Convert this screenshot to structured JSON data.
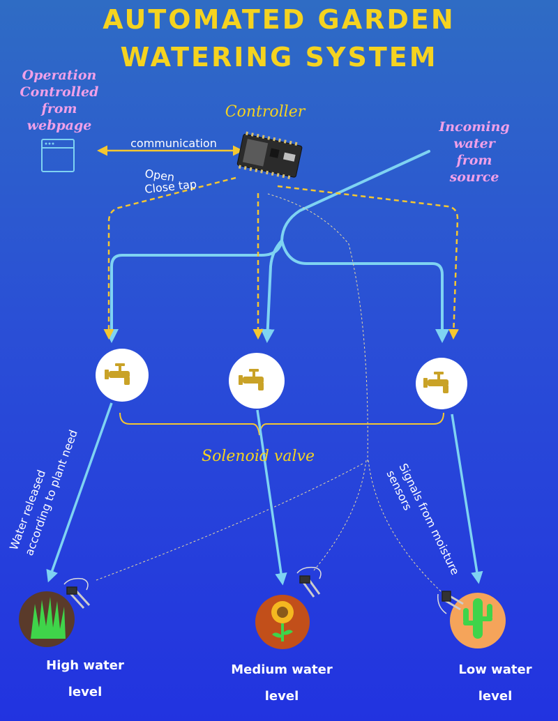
{
  "title": {
    "line1": "AUTOMATED GARDEN",
    "line2": "WATERING SYSTEM"
  },
  "webpage": {
    "label": "Operation\nControlled\nfrom\nwebpage",
    "icon": "browser-window-icon"
  },
  "controller": {
    "label": "Controller",
    "icon": "microcontroller-board-icon"
  },
  "communication": {
    "label": "communication"
  },
  "tap_control": {
    "line1": "Open",
    "line2": "Close tap"
  },
  "source": {
    "label": "Incoming\nwater\nfrom\nsource"
  },
  "valves": {
    "label": "Solenoid valve",
    "icon": "faucet-icon"
  },
  "water_release": {
    "line1": "Water released",
    "line2": "according to plant need"
  },
  "sensor_signals": {
    "line1": "Signals from moisture",
    "line2": "sensors"
  },
  "plants": [
    {
      "label": "High water level",
      "line1": "High water",
      "line2": "level",
      "icon": "grass-icon"
    },
    {
      "label": "Medium water level",
      "line1": "Medium water",
      "line2": "level",
      "icon": "sunflower-icon"
    },
    {
      "label": "Low water level",
      "line1": "Low water",
      "line2": "level",
      "icon": "cactus-icon"
    }
  ],
  "colors": {
    "water_pipe": "#7fd3f2",
    "control_signal": "#f5c730",
    "sensor_signal": "#e8d9a0",
    "title": "#f5d320",
    "note": "#f0a0e8"
  }
}
